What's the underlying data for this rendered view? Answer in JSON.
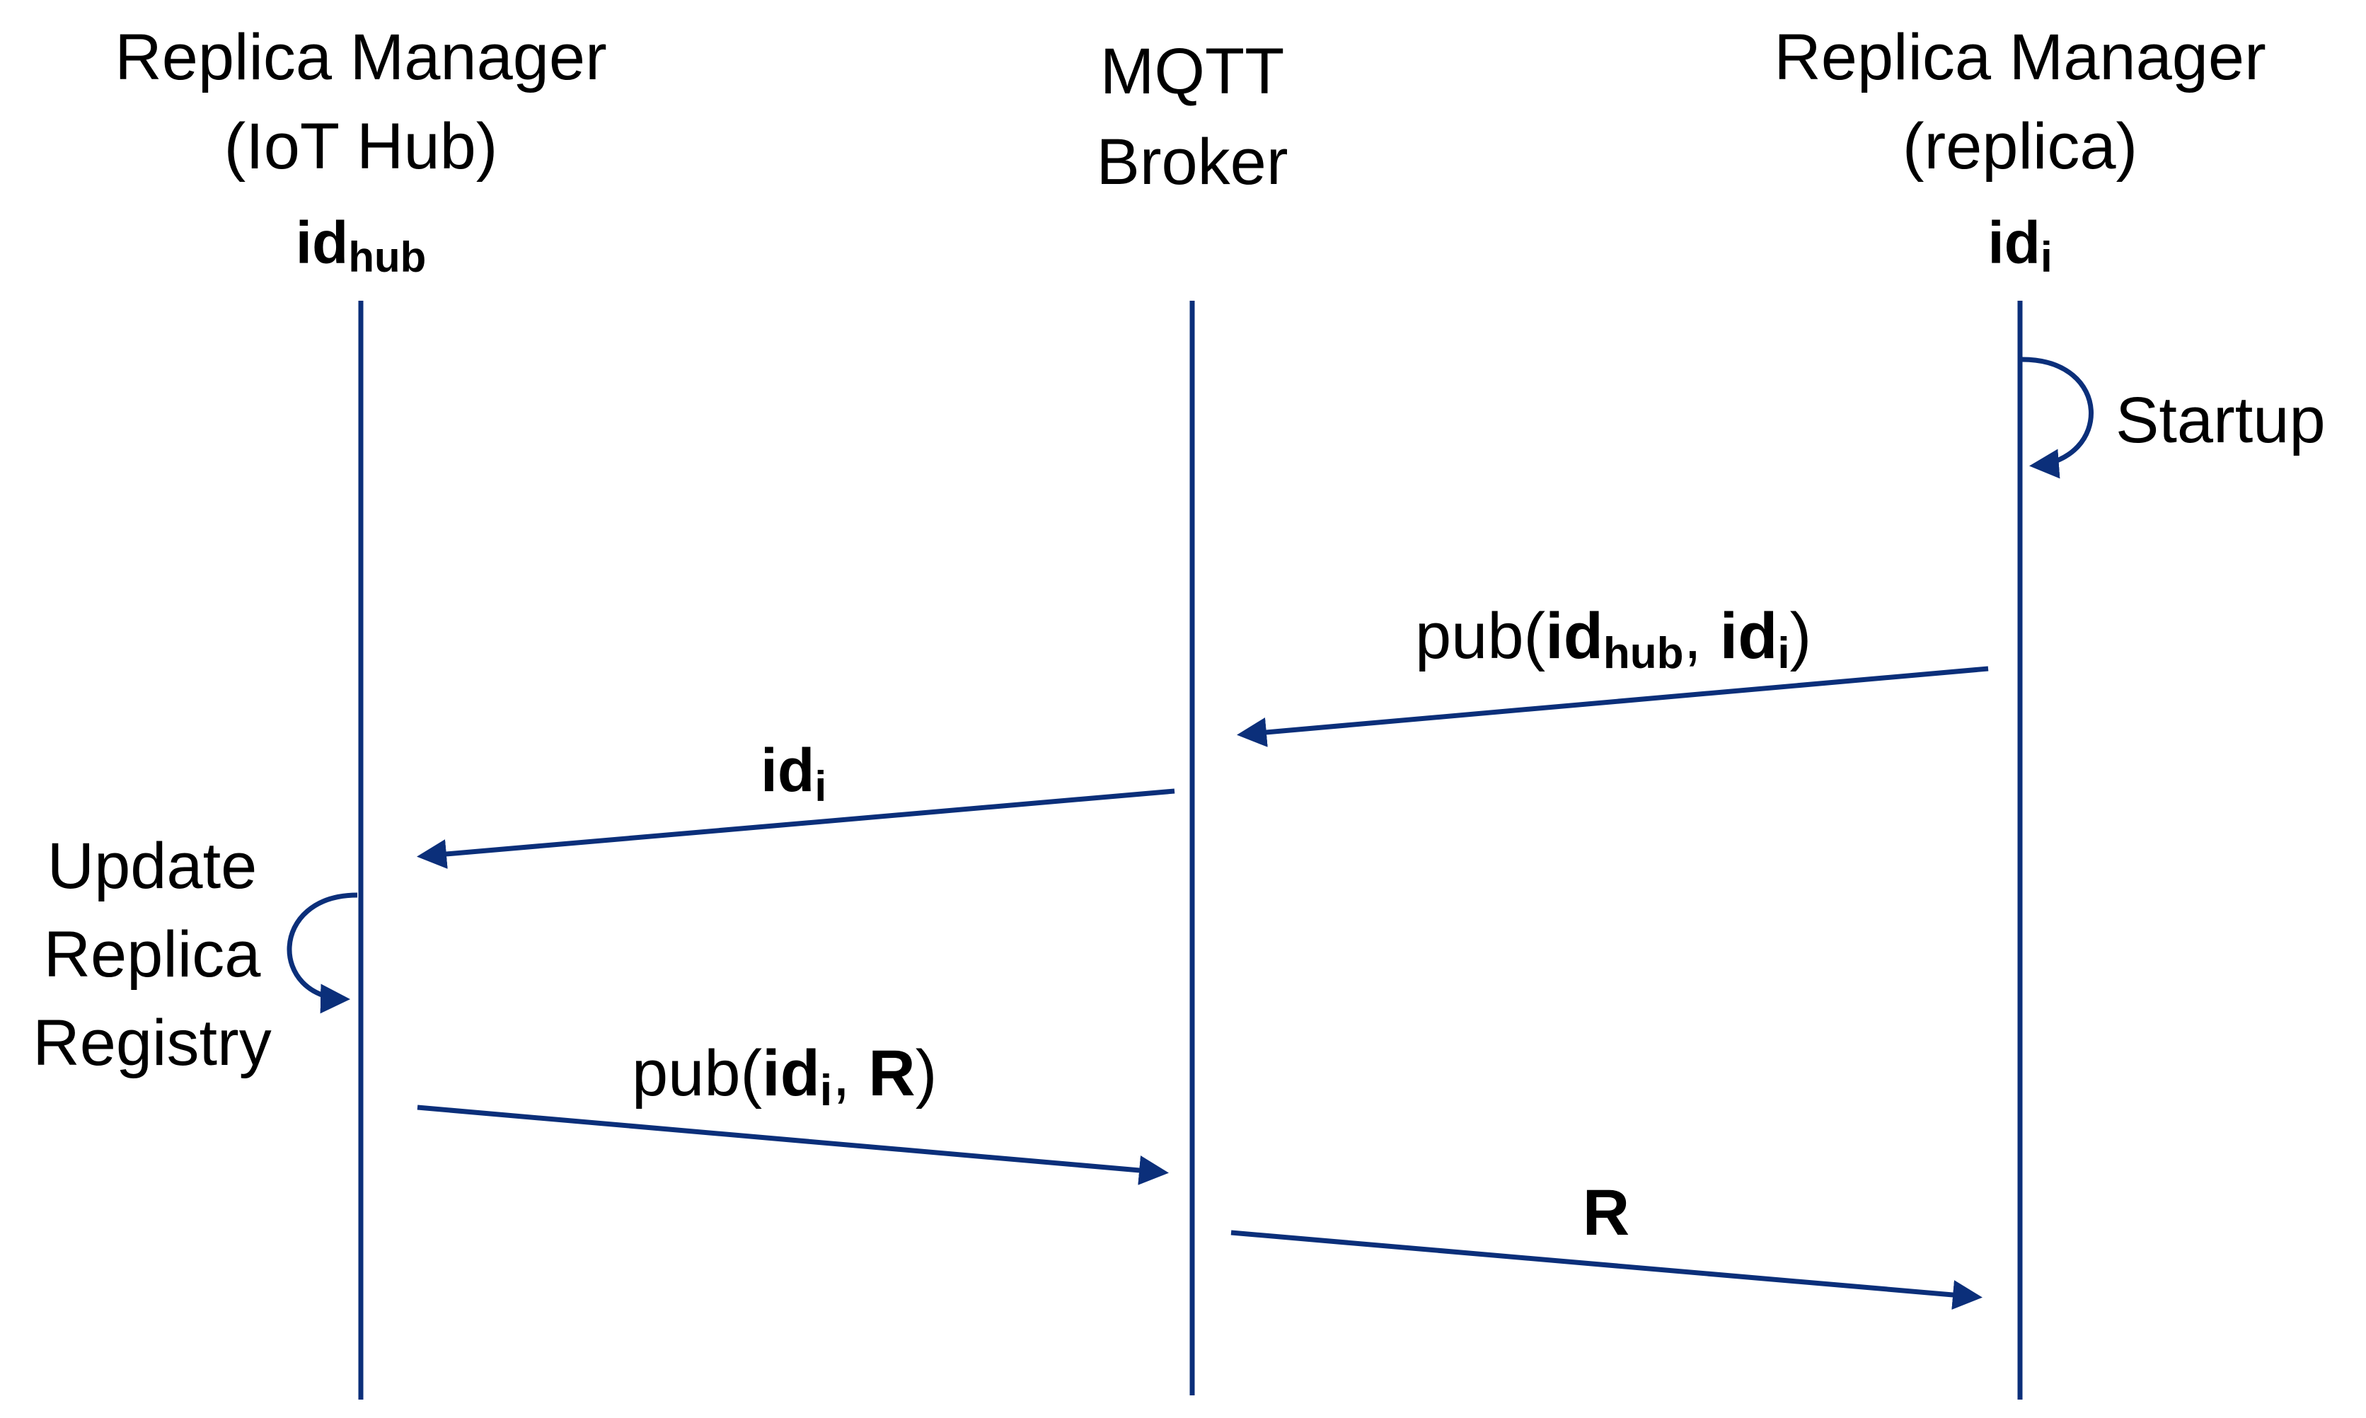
{
  "colors": {
    "line": "#0b2f7a",
    "text": "#000000",
    "background": "#ffffff"
  },
  "participants": [
    {
      "name_line1": "Replica Manager",
      "name_line2": "(IoT Hub)",
      "id_main": "id",
      "id_sub": "hub"
    },
    {
      "name_line1": "MQTT",
      "name_line2": "Broker"
    },
    {
      "name_line1": "Replica Manager",
      "name_line2": "(replica)",
      "id_main": "id",
      "id_sub": "i"
    }
  ],
  "self_actions": {
    "startup": "Startup",
    "update_line1": "Update",
    "update_line2": "Replica",
    "update_line3": "Registry"
  },
  "messages": [
    {
      "from": "Replica Manager (replica)",
      "to": "MQTT Broker",
      "label": {
        "prefix": "pub(",
        "a": "id",
        "a_sub": "hub",
        "sep": ", ",
        "b": "id",
        "b_sub": "i",
        "suffix": ")"
      }
    },
    {
      "from": "MQTT Broker",
      "to": "Replica Manager (IoT Hub)",
      "label": {
        "main": "id",
        "sub": "i"
      }
    },
    {
      "from": "Replica Manager (IoT Hub)",
      "to": "MQTT Broker",
      "label": {
        "prefix": "pub(",
        "a": "id",
        "a_sub": "i",
        "sep": ", ",
        "b": "R",
        "suffix": ")"
      }
    },
    {
      "from": "MQTT Broker",
      "to": "Replica Manager (replica)",
      "label": {
        "main": "R"
      }
    }
  ]
}
